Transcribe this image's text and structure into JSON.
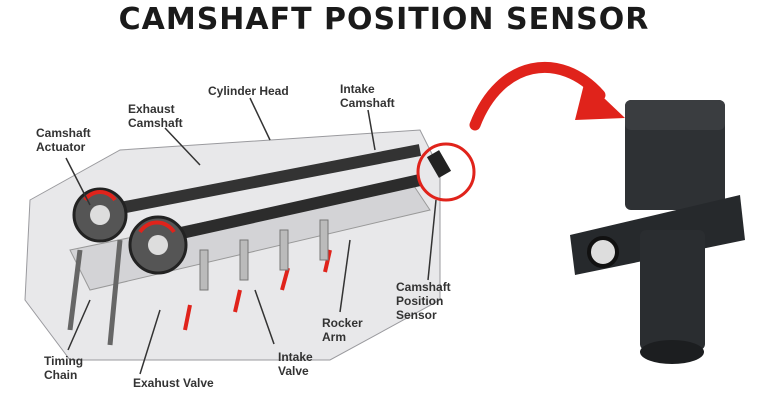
{
  "title": "CAMSHAFT POSITION SENSOR",
  "labels": {
    "cylinder_head": "Cylinder Head",
    "intake_camshaft": "Intake\nCamshaft",
    "exhaust_camshaft": "Exhaust\nCamshaft",
    "camshaft_actuator": "Camshaft\nActuator",
    "camshaft_position_sensor": "Camshaft\nPosition\nSensor",
    "rocker_arm": "Rocker\nArm",
    "intake_valve": "Intake\nValve",
    "timing_chain": "Timing\nChain",
    "exhaust_valve": "Exahust Valve"
  },
  "colors": {
    "arrow": "#e0231b",
    "highlight_circle": "#e0231b",
    "sensor_body": "#2a2d30"
  }
}
